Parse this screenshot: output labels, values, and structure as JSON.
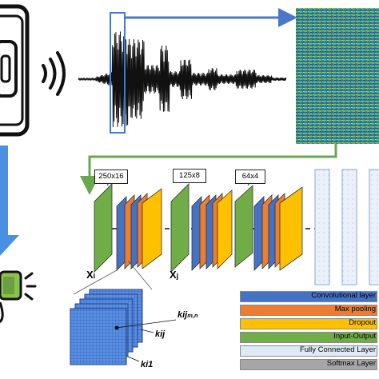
{
  "dims": {
    "d1": "250x16",
    "d2": "125x8",
    "d3": "64x4"
  },
  "io_labels": {
    "xi": "Xi",
    "xj": "Xj"
  },
  "kernel_labels": {
    "k_mn": "kij",
    "k_mn_sub": "m,n",
    "k_ij": "kij",
    "k_i1": "ki1"
  },
  "legend": [
    {
      "label": "Convolutional layer",
      "color": "#4472c4"
    },
    {
      "label": "Max pooling",
      "color": "#ed7d31"
    },
    {
      "label": "Dropout",
      "color": "#ffc000"
    },
    {
      "label": "Input-Output",
      "color": "#70ad47"
    },
    {
      "label": "Fully Connected Layer",
      "color": "#deebf7"
    },
    {
      "label": "Softmax Layer",
      "color": "#a6a6a6"
    }
  ],
  "icons": [
    "phone-icon",
    "sound-wave-icon",
    "waveform-plot",
    "spectrogram-plot",
    "arrow-down-icon",
    "alarm-device-icon"
  ]
}
